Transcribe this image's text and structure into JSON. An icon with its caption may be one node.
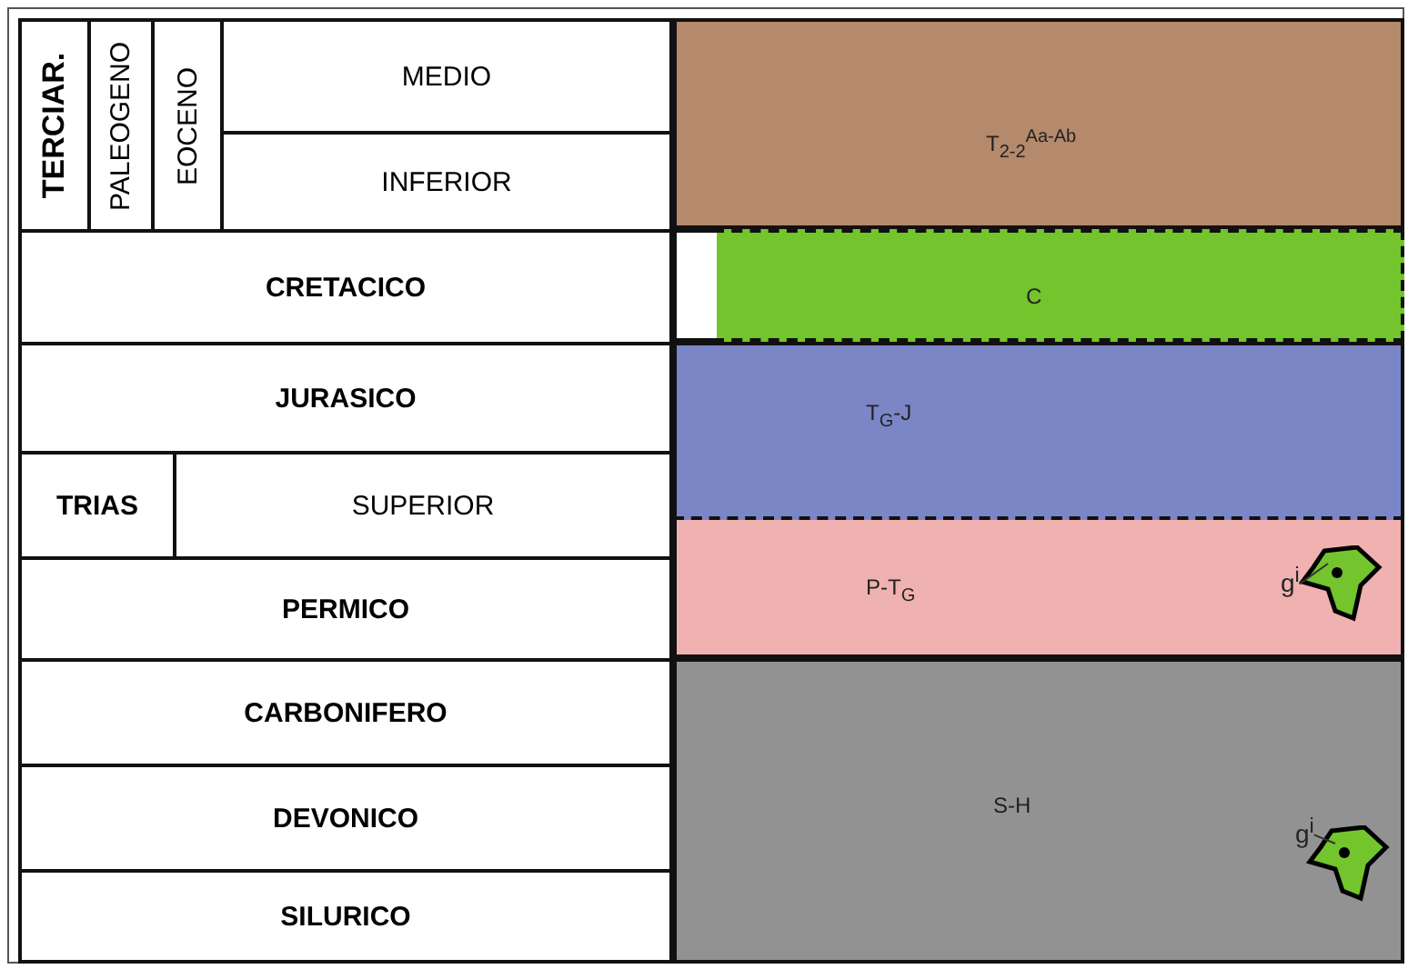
{
  "diagram": {
    "nodes": [
      {
        "text": [
          "T$_{2-2}$$^{Aa-Ab}$"
        ]
      },
      {
        "text": [
          "C"
        ]
      },
      {
        "text": [
          "T$_{G}$-J"
        ]
      },
      {
        "text": [
          "P-T$_{G}$"
        ]
      },
      {
        "text": [
          "S-H"
        ]
      },
      {
        "text": [
          "g$^{i}$"
        ],
        "in": 3
      },
      {
        "text": [],
        "shape": "polygon",
        "in": 3
      },
      {
        "text": [
          "g$^{i}$"
        ],
        "in": 4
      },
      {
        "text": [],
        "shape": "polygon",
        "in": 4
      }
    ],
    "edges": [
      {
        "from": 5,
        "to": 6,
        "arrow": "none"
      },
      {
        "from": 7,
        "to": 8,
        "arrow": "none"
      }
    ],
    "labels": [
      "TERCIAR.",
      "PALEOGENO",
      "EOCENO",
      "MEDIO",
      "INFERIOR",
      "CRETACICO",
      "JURASICO",
      "TRIAS",
      "SUPERIOR",
      "PERMICO",
      "CARBONIFERO",
      "DEVONICO",
      "SILURICO"
    ]
  }
}
